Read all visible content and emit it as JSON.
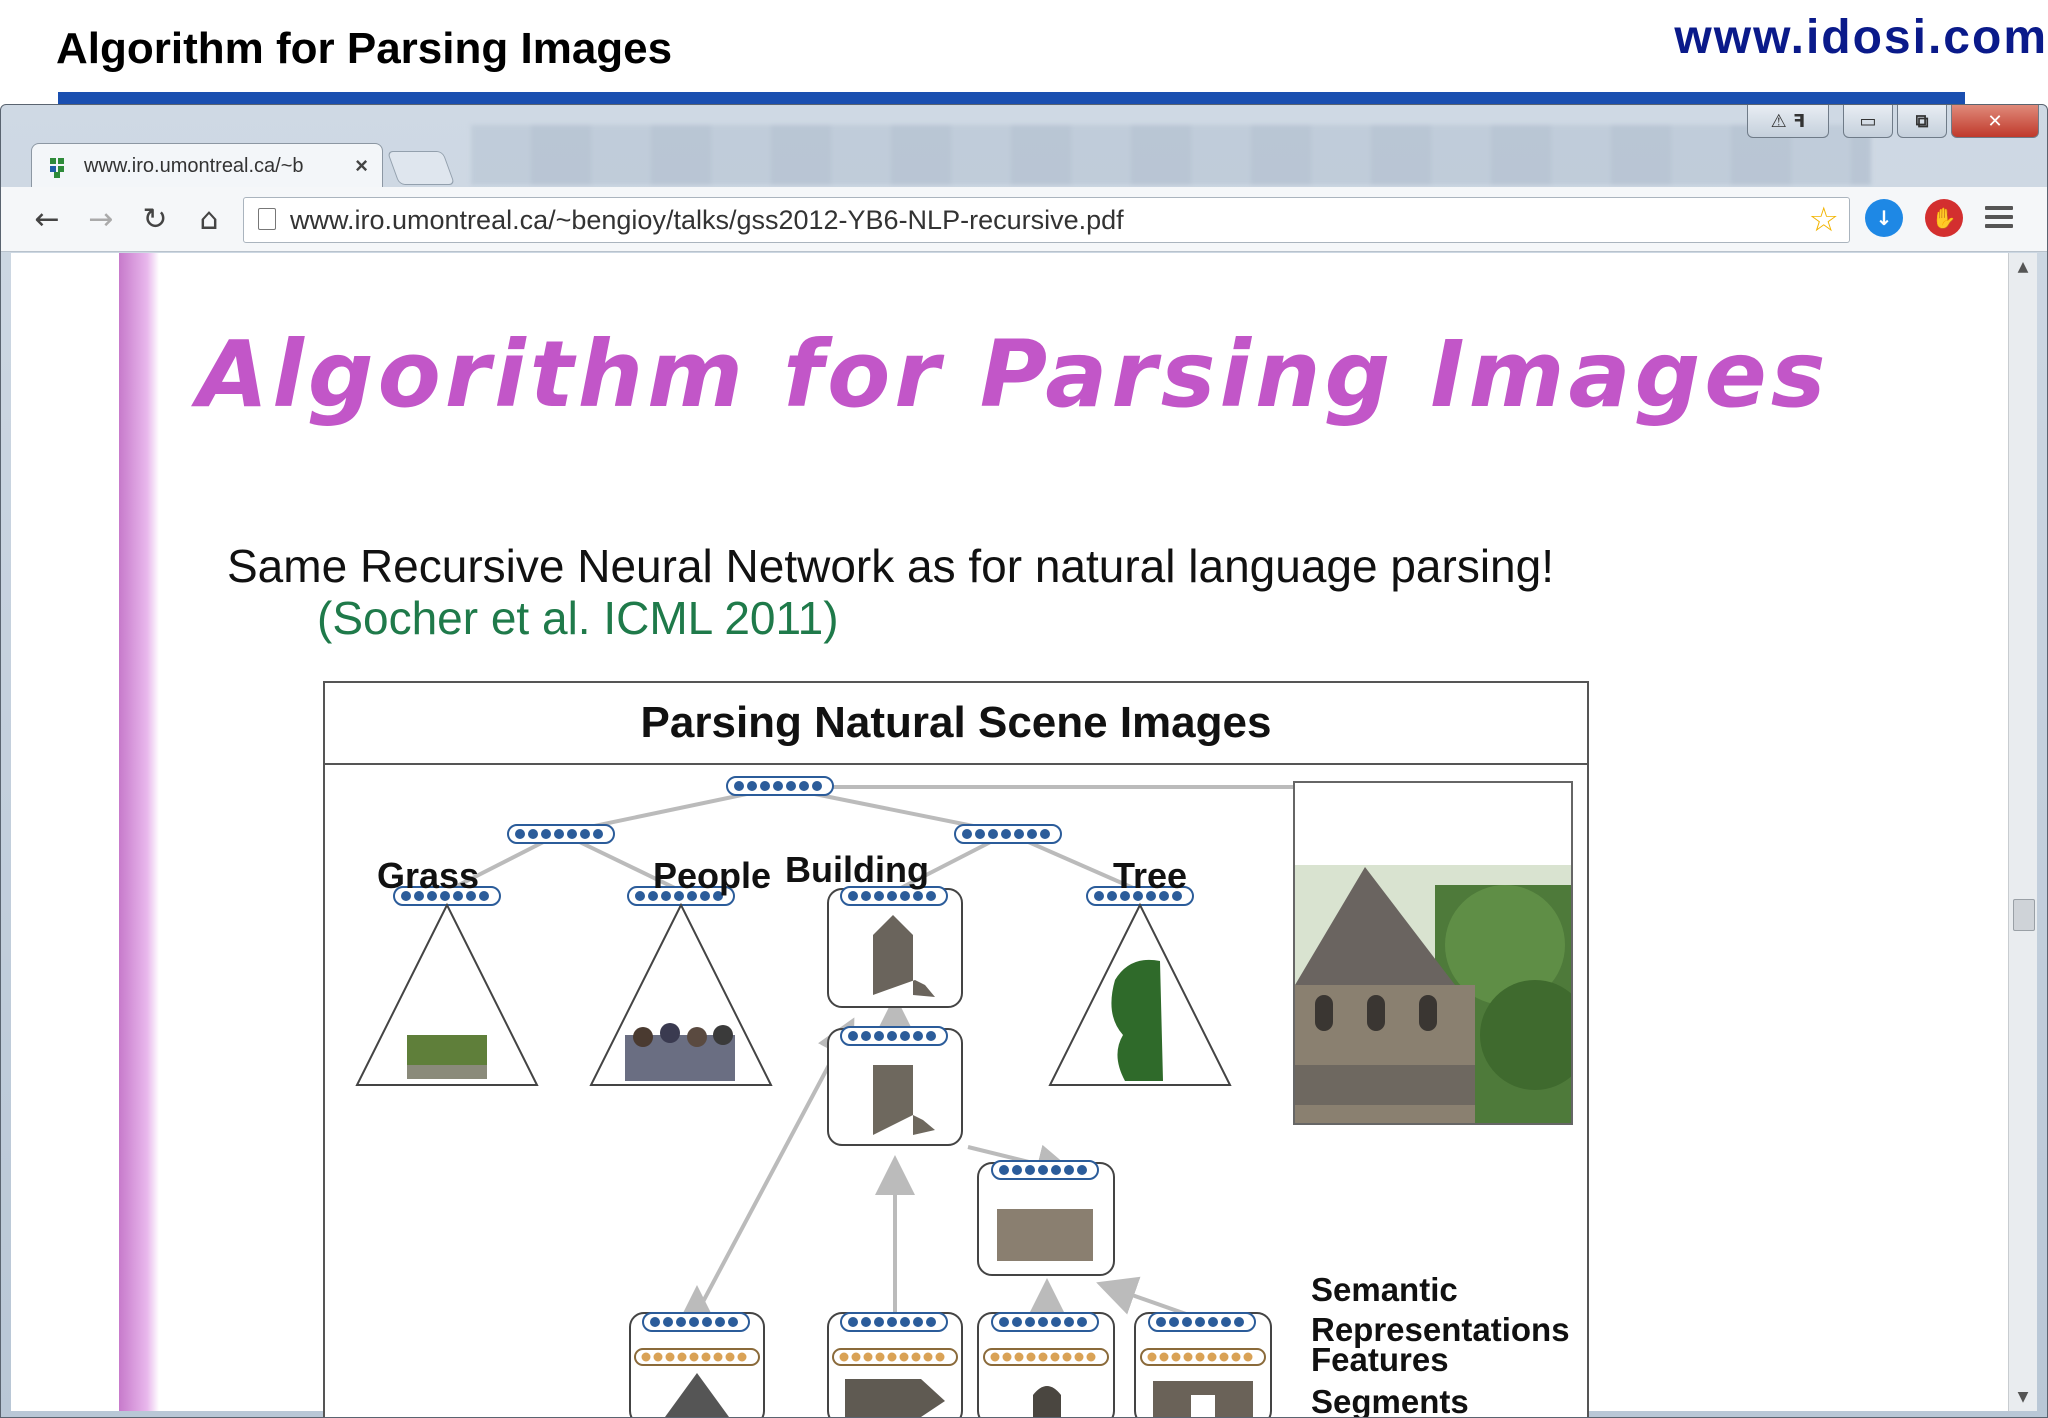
{
  "slide": {
    "title": "Algorithm for Parsing Images",
    "site": "www.idosi.com"
  },
  "browser": {
    "tab_title": "www.iro.umontreal.ca/~b",
    "tab_close": "×",
    "url": "www.iro.umontreal.ca/~bengioy/talks/gss2012-YB6-NLP-recursive.pdf",
    "window_buttons": {
      "min": "▭",
      "max": "⧉",
      "close": "✕",
      "warn": "⚠ ꟻ"
    },
    "icons": [
      "back-icon",
      "forward-icon",
      "reload-icon",
      "home-icon",
      "page-icon",
      "star-icon",
      "download-extension-icon",
      "adblock-extension-icon",
      "menu-icon"
    ]
  },
  "pdf": {
    "title": "Algorithm for Parsing Images",
    "subtitle": "Same Recursive Neural Network as for natural language parsing!",
    "citation": "(Socher et al. ICML 2011)",
    "figure": {
      "title": "Parsing Natural Scene Images",
      "labels": {
        "grass": "Grass",
        "people": "People",
        "building": "Building",
        "tree": "Tree"
      },
      "legend": {
        "semantic": "Semantic",
        "representations": "Representations",
        "features": "Features",
        "segments": "Segments"
      }
    }
  },
  "colors": {
    "title_magenta": "#c256c8",
    "citation_green": "#1f7a4a",
    "site_blue": "#0a1a8a",
    "rule_blue": "#1a4fb0",
    "node_blue": "#2b5c9a",
    "node_orange": "#d9a256"
  }
}
